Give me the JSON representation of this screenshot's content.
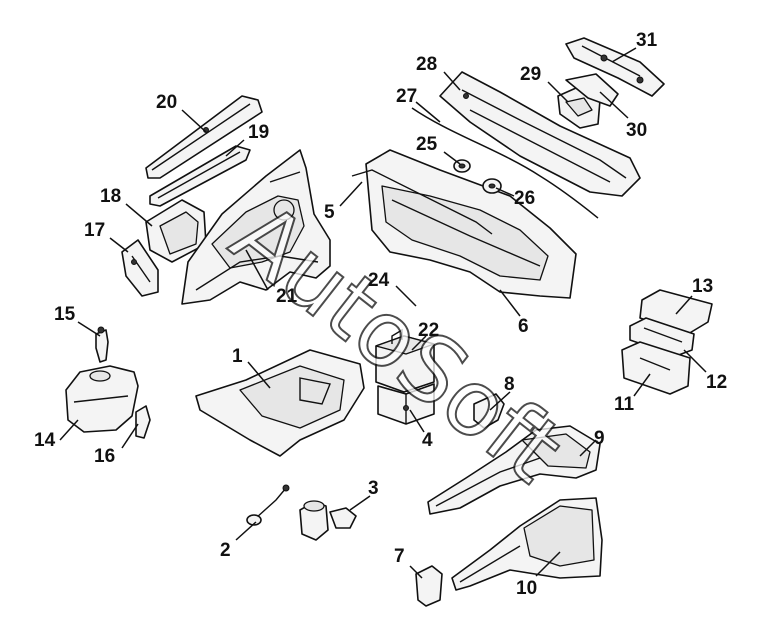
{
  "watermark": "AutoSoft",
  "callouts": {
    "n1": "1",
    "n2": "2",
    "n3": "3",
    "n4": "4",
    "n5": "5",
    "n6": "6",
    "n7": "7",
    "n8": "8",
    "n9": "9",
    "n10": "10",
    "n11": "11",
    "n12": "12",
    "n13": "13",
    "n14": "14",
    "n15": "15",
    "n16": "16",
    "n17": "17",
    "n18": "18",
    "n19": "19",
    "n20": "20",
    "n21": "21",
    "n22": "22",
    "n24": "24",
    "n25": "25",
    "n26": "26",
    "n27": "27",
    "n28": "28",
    "n29": "29",
    "n30": "30",
    "n31": "31"
  }
}
